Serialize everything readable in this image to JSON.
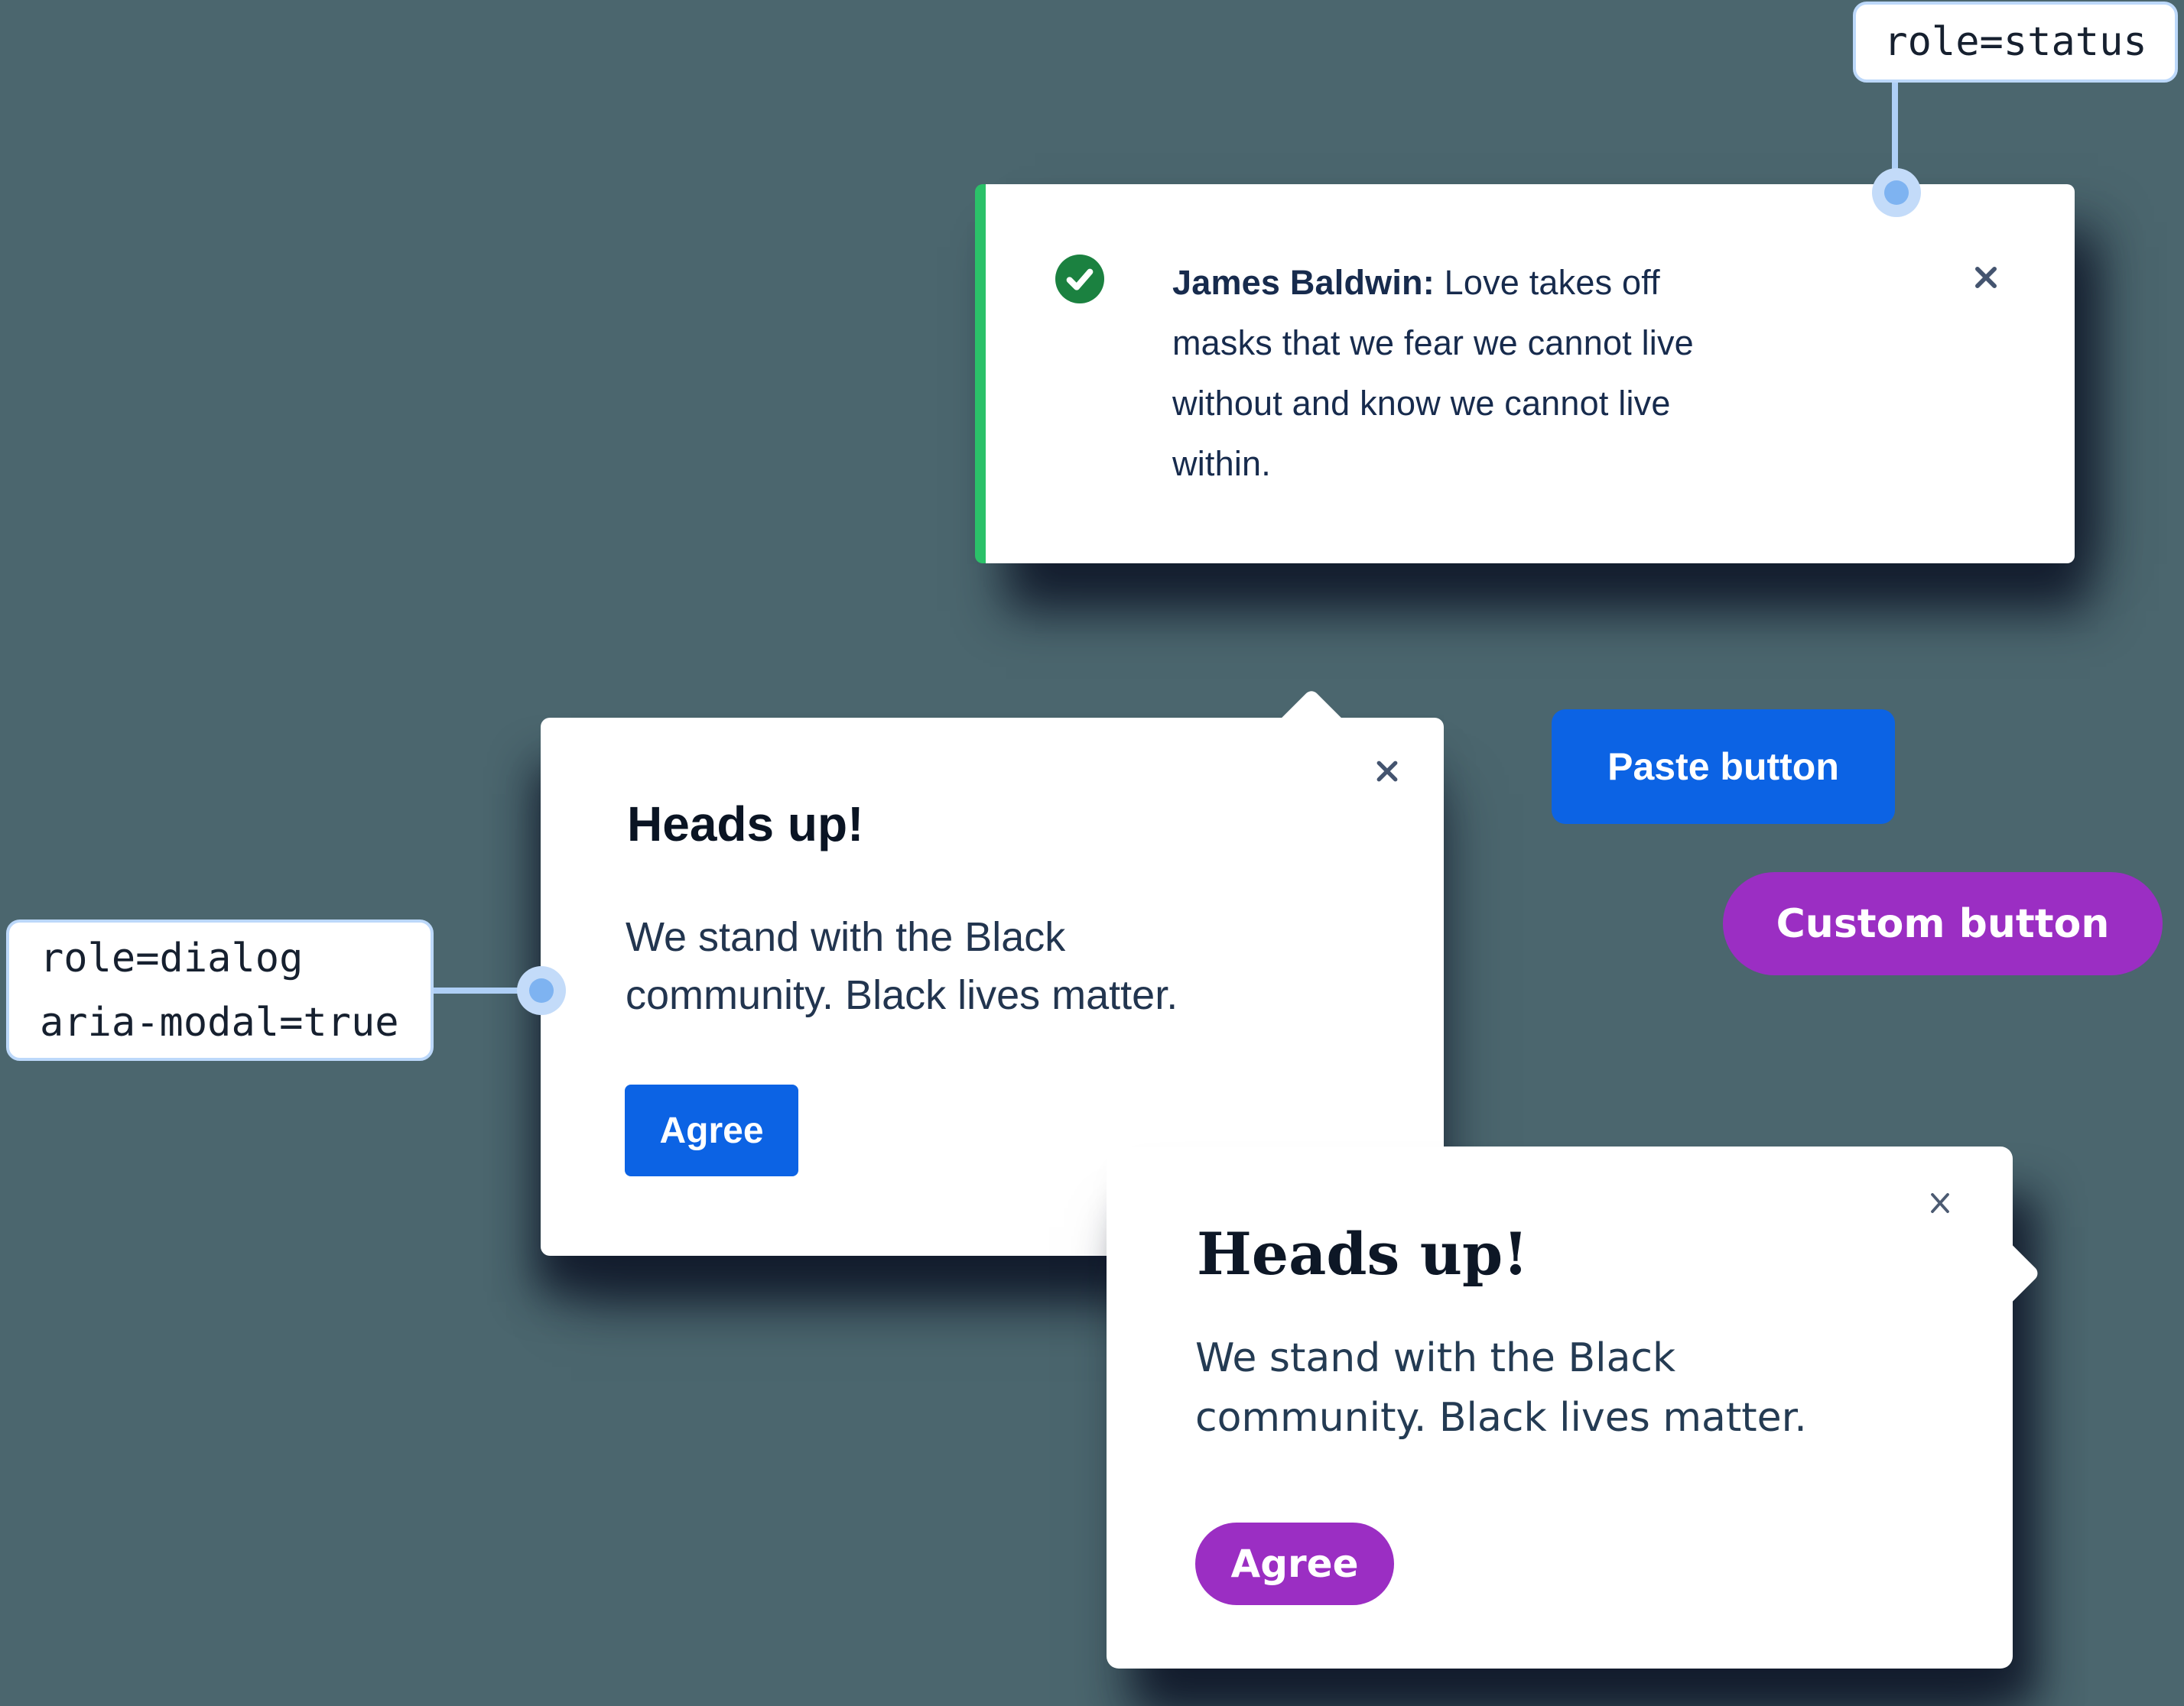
{
  "canvas": {
    "background": "#4b666e"
  },
  "annotations": {
    "status_label": {
      "text": "role=status"
    },
    "dialog_label": {
      "lines": [
        "role=dialog",
        "aria-modal=true"
      ]
    }
  },
  "toast": {
    "author": "James Baldwin:",
    "message": " Love takes off masks that we fear we cannot live without and know we cannot live within.",
    "icon": "check-circle",
    "colors": {
      "accent_border": "#2bc169",
      "icon_bg": "#1b8140",
      "text": "#172b4d",
      "close": "#44546f"
    }
  },
  "dialog_default": {
    "title": "Heads up!",
    "body": "We stand with the Black community. Black lives matter.",
    "agree_label": "Agree",
    "colors": {
      "accent": "#0c63e4",
      "title": "#0a1423",
      "body": "#22354f",
      "close": "#44546f"
    }
  },
  "dialog_custom": {
    "title": "Heads up!",
    "body": "We stand with the Black community. Black lives matter.",
    "agree_label": "Agree",
    "colors": {
      "accent": "#9b2ec3",
      "title": "#0d1726",
      "body": "#243b53",
      "close": "#4c5b72"
    }
  },
  "buttons": {
    "paste": {
      "label": "Paste button",
      "color": "#0c63e4"
    },
    "custom": {
      "label": "Custom button",
      "color": "#9b2ec3"
    }
  },
  "connector": {
    "line": "#aecff6",
    "dot_outer": "#c3dbf9",
    "dot_inner": "#7eb3f1",
    "label_border": "#bcd8fa"
  }
}
